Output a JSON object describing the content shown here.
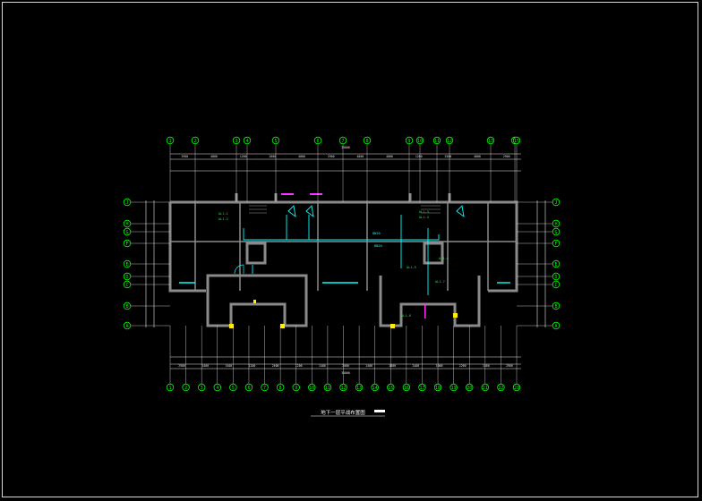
{
  "drawing": {
    "title": "地下一层平战布置图",
    "top_axes": [
      "1",
      "2",
      "3",
      "4",
      "5",
      "6",
      "7",
      "8",
      "9",
      "10",
      "11",
      "12",
      "13",
      "14",
      "15"
    ],
    "bottom_axes": [
      "1",
      "2",
      "3",
      "4",
      "5",
      "6",
      "7",
      "8",
      "9",
      "10",
      "11",
      "12",
      "13",
      "14",
      "15",
      "16",
      "17",
      "18",
      "19",
      "20",
      "21",
      "22",
      "23"
    ],
    "left_axes": [
      "J",
      "H",
      "G",
      "F",
      "E",
      "D",
      "C",
      "B",
      "A"
    ],
    "right_axes": [
      "J",
      "H",
      "G",
      "F",
      "E",
      "D",
      "C",
      "B",
      "A"
    ],
    "top_dims": [
      "2900",
      "4800",
      "1200",
      "2000",
      "4800",
      "2900",
      "4800",
      "4800",
      "1200",
      "2500",
      "4800",
      "2900"
    ],
    "top_total": "35800",
    "bottom_dims": [
      "2900",
      "1400",
      "1400",
      "1200",
      "2400",
      "1200",
      "1400",
      "2000",
      "1400",
      "1800",
      "2400",
      "1000",
      "1200",
      "1400",
      "2900"
    ],
    "bottom_total": "35800",
    "annotations_cyan": [
      "DN20",
      "DN20"
    ],
    "annotations_green": [
      "AL1-1",
      "AL1-2",
      "AL1-3",
      "AL1-4",
      "AL1-5",
      "AL1-6",
      "AL1-7",
      "AL1-8"
    ]
  },
  "colors": {
    "background": "#000000",
    "wall": "#8a8a8a",
    "axis": "#00ff00",
    "pipe": "#00ffff",
    "label": "#00ff3c",
    "marker": "#ff33ff",
    "dimension": "#e8e8e8"
  }
}
